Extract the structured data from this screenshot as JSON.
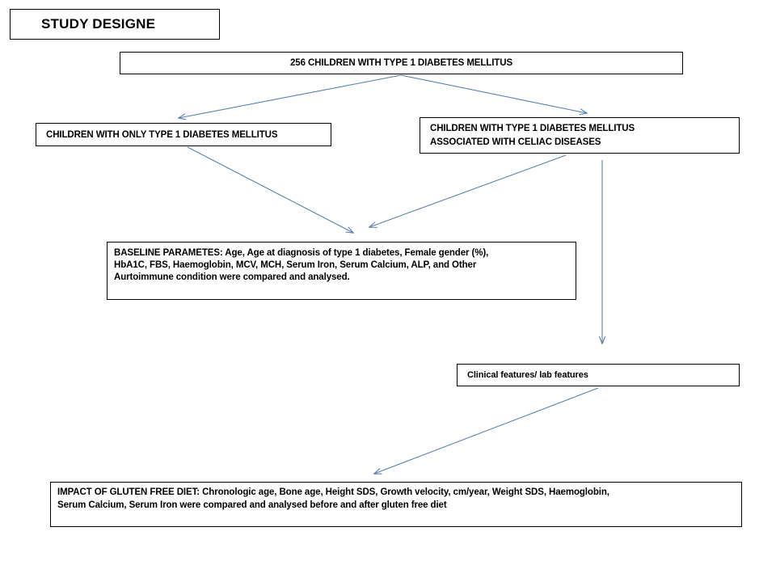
{
  "diagram": {
    "title": "STUDY DESIGNE",
    "accent_color": "#5b7fae",
    "box_border_color": "#000000",
    "background_color": "#ffffff",
    "text_color": "#000000"
  },
  "nodes": {
    "cohort": {
      "lines": [
        "256 CHILDREN WITH TYPE 1 DIABETES MELLITUS"
      ]
    },
    "t1dm_only": {
      "lines": [
        "CHILDREN WITH ONLY TYPE 1 DIABETES MELLITUS"
      ]
    },
    "t1dm_celiac": {
      "lines": [
        "CHILDREN WITH TYPE 1 DIABETES MELLITUS",
        "ASSOCIATED WITH CELIAC DISEASES"
      ]
    },
    "baseline": {
      "lines": [
        "BASELINE PARAMETES: Age, Age at diagnosis of type 1 diabetes, Female gender (%),",
        "HbA1C, FBS, Haemoglobin, MCV, MCH, Serum Iron, Serum Calcium, ALP, and Other",
        "Aurtoimmune condition were compared and analysed."
      ]
    },
    "clinical": {
      "lines": [
        "Clinical features/ lab features"
      ]
    },
    "gfd": {
      "lines": [
        "IMPACT OF GLUTEN FREE DIET:  Chronologic age, Bone age, Height SDS, Growth velocity, cm/year, Weight SDS, Haemoglobin,",
        "Serum Calcium, Serum Iron were compared and analysed before and after gluten free diet"
      ]
    }
  },
  "connectors": [
    {
      "name": "cohort-to-t1dm-only",
      "from": "cohort",
      "to": "t1dm_only",
      "style": "diagonal-left"
    },
    {
      "name": "cohort-to-t1dm-celiac",
      "from": "cohort",
      "to": "t1dm_celiac",
      "style": "diagonal-right"
    },
    {
      "name": "t1dm-only-to-baseline",
      "from": "t1dm_only",
      "to": "baseline",
      "style": "diagonal-right-down"
    },
    {
      "name": "t1dm-celiac-to-baseline",
      "from": "t1dm_celiac",
      "to": "baseline",
      "style": "diagonal-left-down"
    },
    {
      "name": "t1dm-celiac-to-clinical",
      "from": "t1dm_celiac",
      "to": "clinical",
      "style": "vertical-down"
    },
    {
      "name": "clinical-to-gfd",
      "from": "clinical",
      "to": "gfd",
      "style": "diagonal-left-down"
    }
  ]
}
